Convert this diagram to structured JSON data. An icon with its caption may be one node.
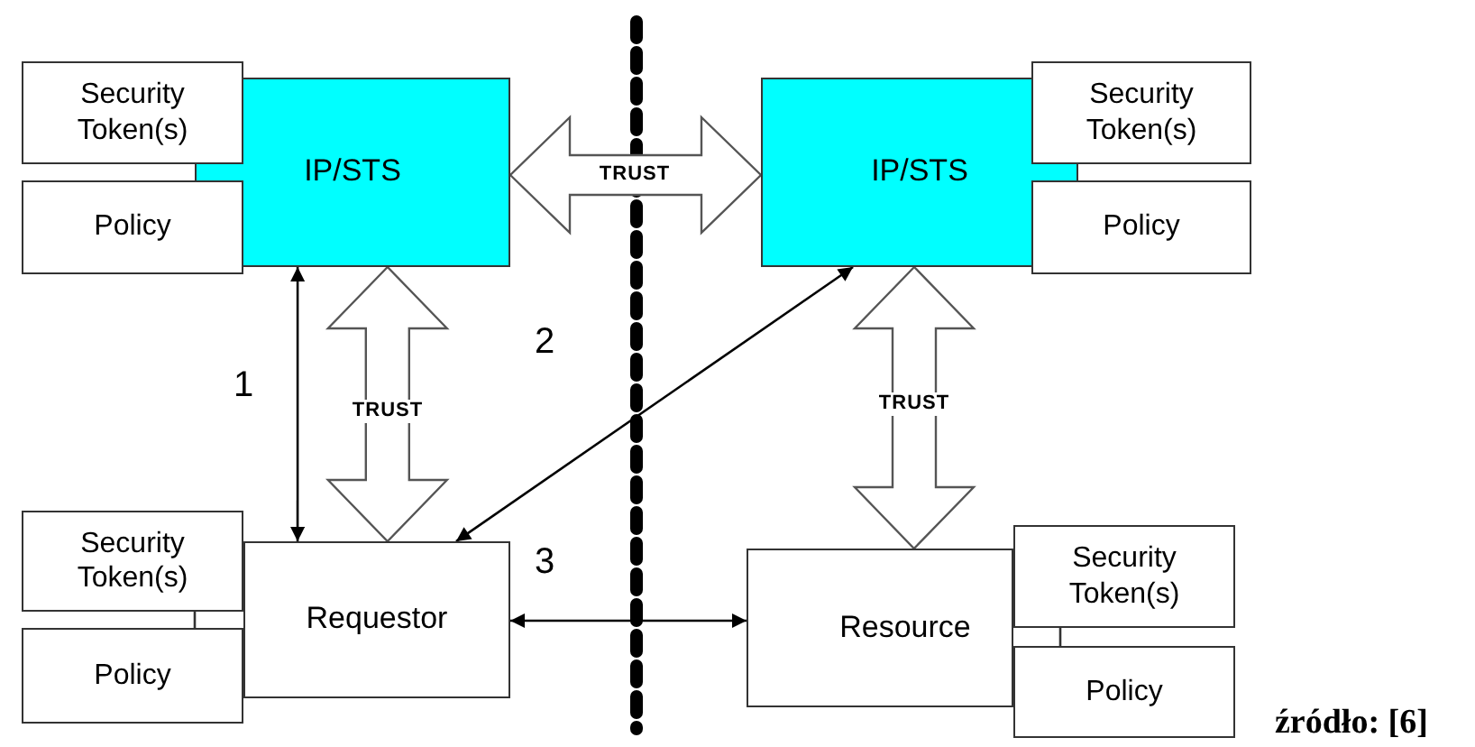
{
  "diagram": {
    "nodes": [
      {
        "text": [
          "Security Token(s)"
        ]
      },
      {
        "text": [
          "IP/STS"
        ]
      },
      {
        "text": [
          "Policy"
        ]
      },
      {
        "text": [
          "IP/STS"
        ]
      },
      {
        "text": [
          "Security Token(s)"
        ]
      },
      {
        "text": [
          "Policy"
        ]
      },
      {
        "text": [
          "Security Token(s)"
        ]
      },
      {
        "text": [
          "Requestor"
        ]
      },
      {
        "text": [
          "Policy"
        ]
      },
      {
        "text": [
          "Resource"
        ]
      },
      {
        "text": [
          "Security Token(s)"
        ]
      },
      {
        "text": [
          "Policy"
        ]
      }
    ],
    "edges": [
      {
        "from": 1,
        "to": 7,
        "arrow": "both",
        "label": "1"
      },
      {
        "from": 7,
        "to": 3,
        "arrow": "both",
        "label": "2"
      },
      {
        "from": 7,
        "to": 9,
        "arrow": "both",
        "label": "3"
      },
      {
        "from": 1,
        "to": 3,
        "arrow": "both",
        "label": "TRUST",
        "style": "thick"
      },
      {
        "from": 1,
        "to": 7,
        "arrow": "both",
        "label": "TRUST",
        "style": "thick"
      },
      {
        "from": 3,
        "to": 9,
        "arrow": "both",
        "label": "TRUST",
        "style": "thick"
      }
    ],
    "labels": [
      "źródło: [6]"
    ]
  }
}
